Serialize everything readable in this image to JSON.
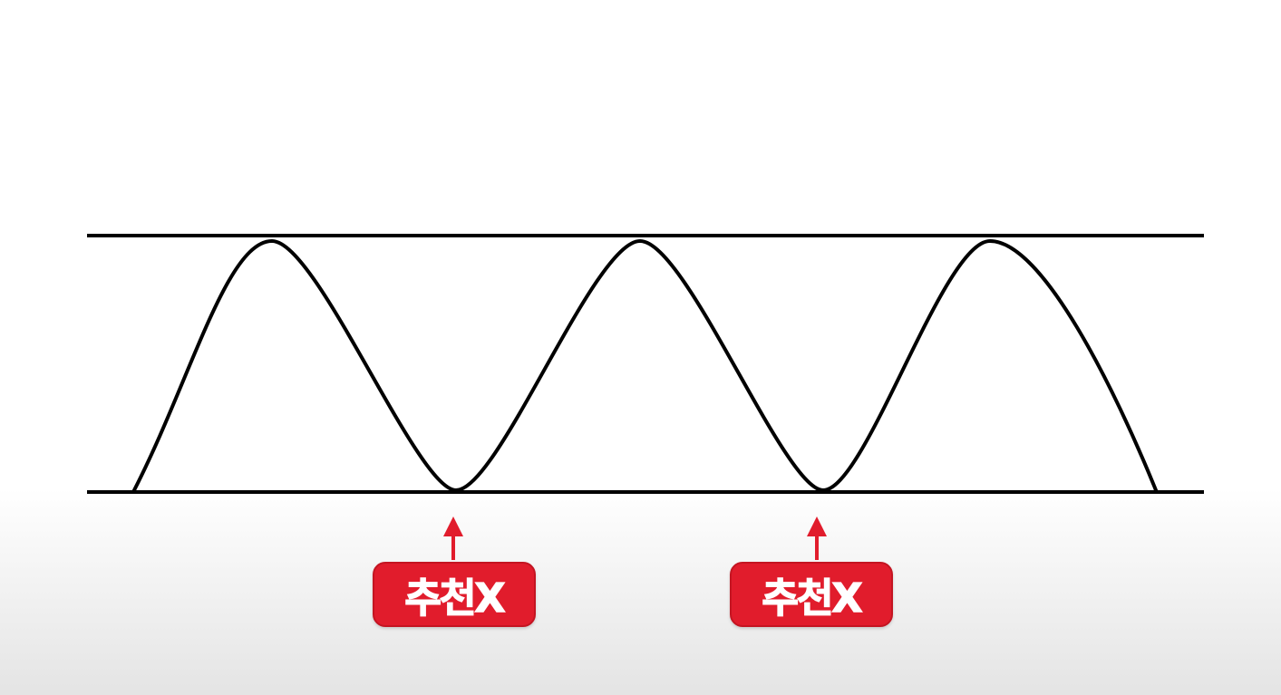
{
  "markers": [
    {
      "label": "추천X",
      "position": "first-trough"
    },
    {
      "label": "추천X",
      "position": "second-trough"
    }
  ],
  "colors": {
    "line": "#000000",
    "badge": "#e11c2c",
    "badge_text": "#ffffff",
    "arrow": "#e11c2c"
  },
  "icons": {
    "arrow": "arrow-up-icon"
  }
}
